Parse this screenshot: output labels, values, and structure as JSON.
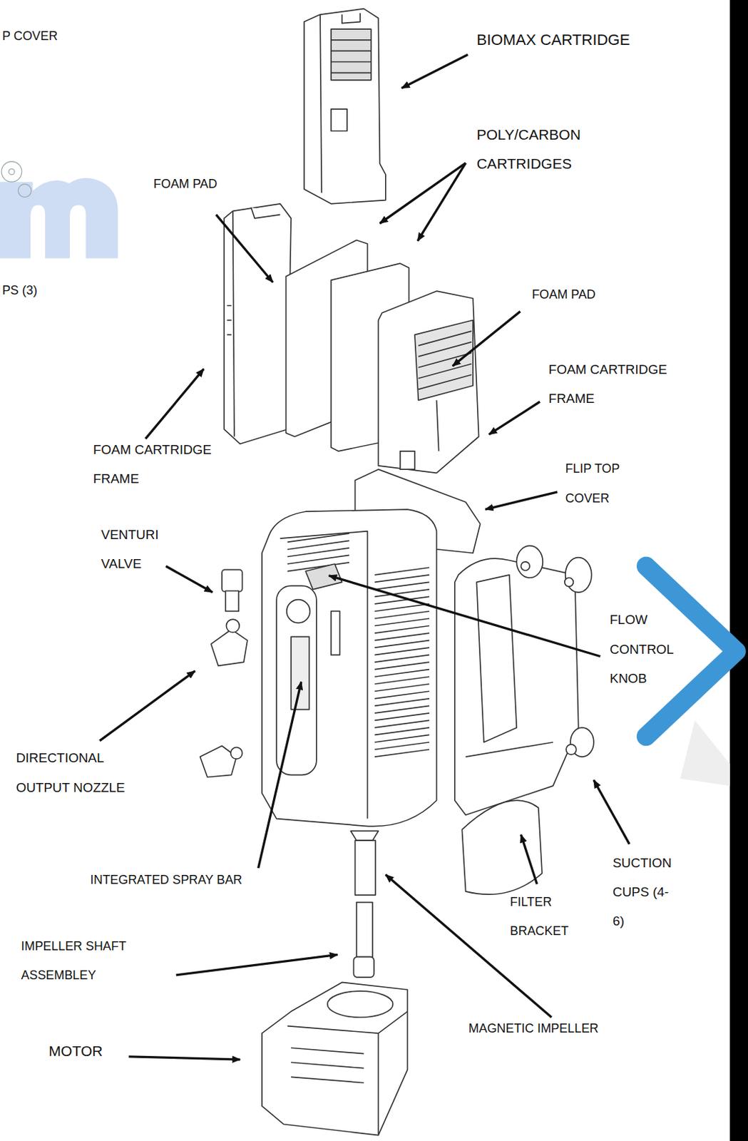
{
  "diagram": {
    "labels": [
      "P COVER",
      "PS (3)",
      "BIOMAX CARTRIDGE",
      "POLY/CARBON CARTRIDGES",
      "FOAM PAD",
      "FOAM PAD",
      "FOAM CARTRIDGE FRAME",
      "FOAM CARTRIDGE FRAME",
      "FLIP TOP COVER",
      "VENTURI VALVE",
      "FLOW CONTROL KNOB",
      "DIRECTIONAL OUTPUT NOZZLE",
      "SUCTION CUPS (4-6)",
      "FILTER BRACKET",
      "INTEGRATED SPRAY BAR",
      "IMPELLER SHAFT ASSEMBLEY",
      "MAGNETIC IMPELLER",
      "MOTOR"
    ]
  }
}
